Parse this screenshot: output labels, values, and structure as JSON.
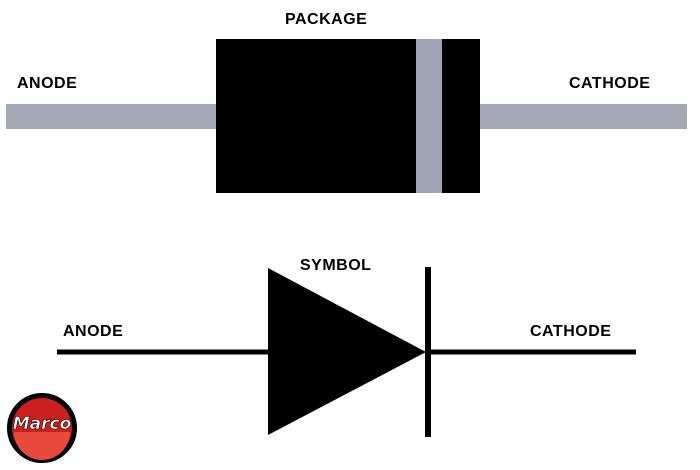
{
  "package": {
    "title": "PACKAGE",
    "anode_label": "ANODE",
    "cathode_label": "CATHODE"
  },
  "symbol": {
    "title": "SYMBOL",
    "anode_label": "ANODE",
    "cathode_label": "CATHODE"
  },
  "logo": {
    "text": "Marco"
  },
  "colors": {
    "lead": "#a4a8b4",
    "body": "#000000",
    "band": "#9ea3b5",
    "line": "#000000",
    "logo_red": "#cc1f1f"
  }
}
